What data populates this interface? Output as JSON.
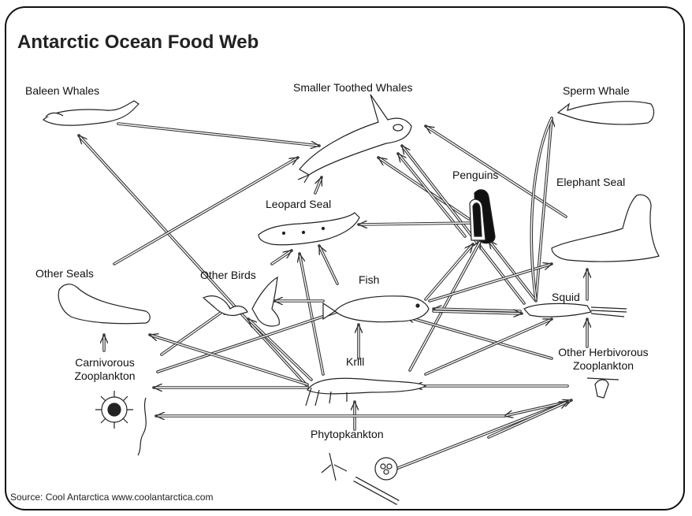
{
  "diagram": {
    "title": "Antarctic Ocean Food Web",
    "source": "Source: Cool Antarctica www.coolantarctica.com",
    "organisms": {
      "baleen_whales": "Baleen Whales",
      "smaller_toothed_whales": "Smaller Toothed Whales",
      "sperm_whale": "Sperm Whale",
      "penguins": "Penguins",
      "elephant_seal": "Elephant Seal",
      "leopard_seal": "Leopard Seal",
      "other_seals": "Other Seals",
      "other_birds": "Other Birds",
      "fish": "Fish",
      "squid": "Squid",
      "other_herbivorous_zooplankton_1": "Other Herbivorous",
      "other_herbivorous_zooplankton_2": "Zooplankton",
      "carnivorous_zooplankton_1": "Carnivorous",
      "carnivorous_zooplankton_2": "Zooplankton",
      "krill": "Krill",
      "phytoplankton": "Phytopkankton"
    },
    "colors": {
      "line": "#333333",
      "frame": "#111111",
      "penguin": "#111111"
    }
  }
}
